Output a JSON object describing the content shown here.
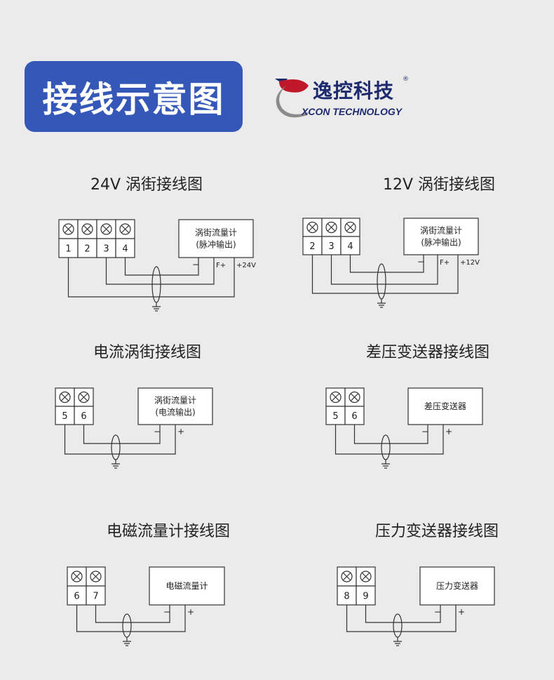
{
  "header": {
    "title": "接线示意图",
    "brand_cn": "逸控科技",
    "brand_en": "XCON TECHNOLOGY",
    "registered": "®"
  },
  "colors": {
    "title_bg": "#3558b8",
    "background": "#ebebeb",
    "brand": "#1e2a6e"
  },
  "diagrams": [
    {
      "title": "24V 涡街接线图",
      "terminals": [
        "1",
        "2",
        "3",
        "4"
      ],
      "device": [
        "涡街流量计",
        "(脉冲输出)"
      ],
      "pins": [
        "−",
        "F+",
        "+24V"
      ]
    },
    {
      "title": "12V 涡街接线图",
      "terminals": [
        "2",
        "3",
        "4"
      ],
      "device": [
        "涡街流量计",
        "(脉冲输出)"
      ],
      "pins": [
        "−",
        "F+",
        "+12V"
      ]
    },
    {
      "title": "电流涡街接线图",
      "terminals": [
        "5",
        "6"
      ],
      "device": [
        "涡街流量计",
        "(电流输出)"
      ],
      "pins": [
        "−",
        "+"
      ]
    },
    {
      "title": "差压变送器接线图",
      "terminals": [
        "5",
        "6"
      ],
      "device": [
        "差压变送器"
      ],
      "pins": [
        "−",
        "+"
      ]
    },
    {
      "title": "电磁流量计接线图",
      "terminals": [
        "6",
        "7"
      ],
      "device": [
        "电磁流量计"
      ],
      "pins": [
        "−",
        "+"
      ]
    },
    {
      "title": "压力变送器接线图",
      "terminals": [
        "8",
        "9"
      ],
      "device": [
        "压力变送器"
      ],
      "pins": [
        "−",
        "+"
      ]
    }
  ]
}
